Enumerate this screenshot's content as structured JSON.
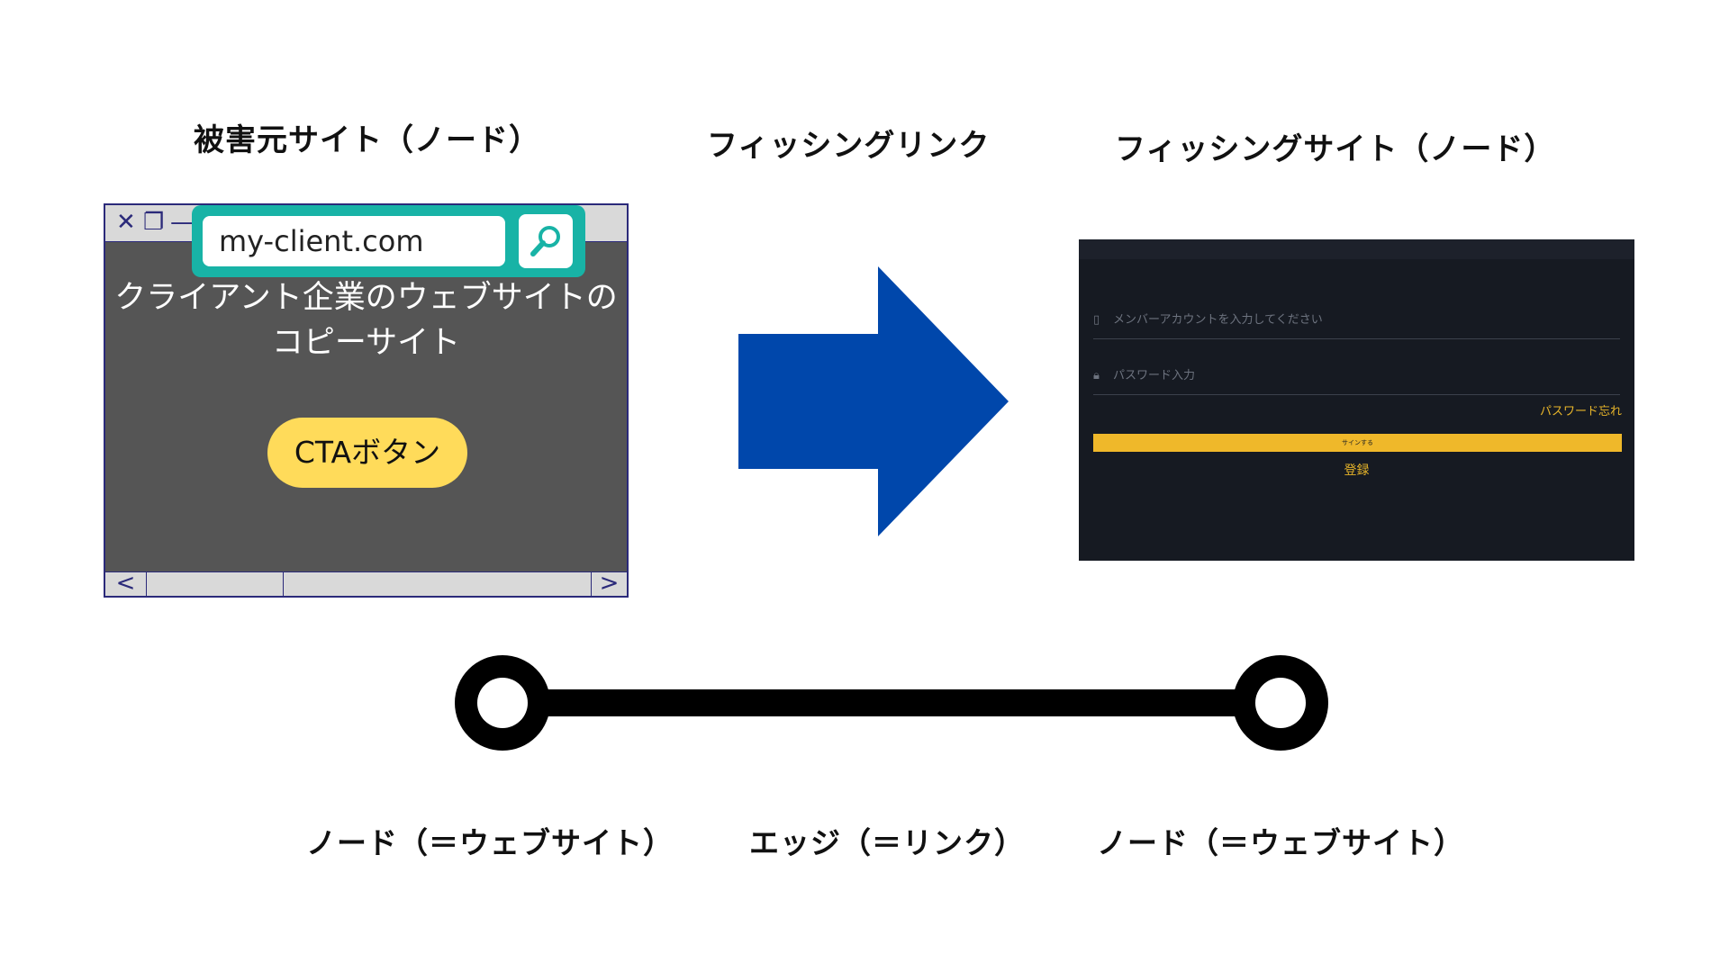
{
  "headings": {
    "victim_site": "被害元サイト（ノード）",
    "phishing_link": "フィッシングリンク",
    "phishing_site": "フィッシングサイト（ノード）"
  },
  "victim_window": {
    "url": "my-client.com",
    "text_line1": "クライアント企業のウェブサイトの",
    "text_line2": "コピーサイト",
    "cta_label": "CTAボタン",
    "scroll_left": "<",
    "scroll_right": ">",
    "colors": {
      "address_bar": "#18b3a6",
      "body": "#555555",
      "cta": "#ffdb5a",
      "frame": "#2b2a7a"
    }
  },
  "arrow": {
    "color": "#0047ab"
  },
  "phishing_screen": {
    "account_placeholder": "メンバーアカウントを入力してください",
    "password_placeholder": "パスワード入力",
    "forgot_password": "パスワード忘れ",
    "signin_label": "サインする",
    "register_label": "登録",
    "colors": {
      "background": "#161a22",
      "accent": "#efb82a"
    }
  },
  "graph": {
    "node_left_caption": "ノード（＝ウェブサイト）",
    "edge_caption": "エッジ（＝リンク）",
    "node_right_caption": "ノード（＝ウェブサイト）"
  }
}
